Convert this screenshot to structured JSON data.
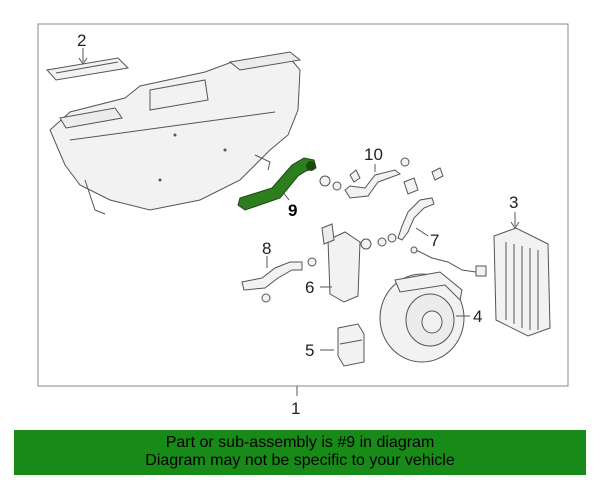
{
  "callouts": {
    "c1": "1",
    "c2": "2",
    "c3": "3",
    "c4": "4",
    "c5": "5",
    "c6": "6",
    "c7": "7",
    "c8": "8",
    "c9": "9",
    "c10": "10"
  },
  "highlight_color": "#2e7d1e",
  "banner": {
    "line1": "Part or sub-assembly is #9 in diagram",
    "line2": "Diagram may not be specific to your vehicle",
    "background": "#178a17"
  }
}
